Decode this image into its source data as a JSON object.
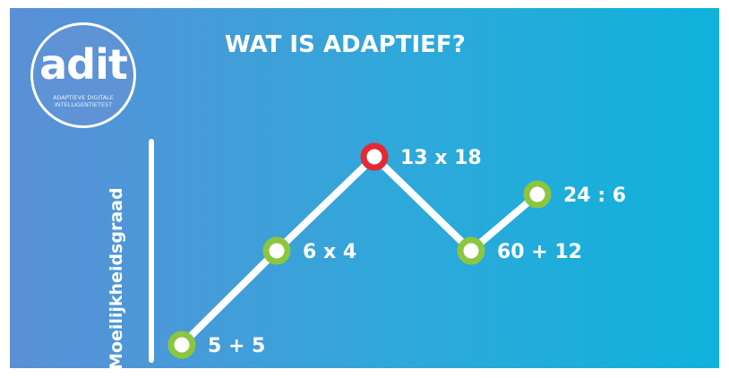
{
  "logo": {
    "word": "adit",
    "line1": "ADAPTIEVE DIGITALE",
    "line2": "INTELLIGENTIETEST"
  },
  "title": "WAT IS ADAPTIEF?",
  "y_axis_label": "Moeilijkheidsgraad",
  "colors": {
    "correct": "#8cc63f",
    "incorrect": "#e12a36",
    "line": "#ffffff"
  },
  "nodes": [
    {
      "label": "5 + 5",
      "level": 1,
      "status": "correct"
    },
    {
      "label": "6 x 4",
      "level": 2,
      "status": "correct"
    },
    {
      "label": "13 x 18",
      "level": 3,
      "status": "incorrect"
    },
    {
      "label": "60 + 12",
      "level": 2,
      "status": "correct"
    },
    {
      "label": "24 : 6",
      "level": 2.6,
      "status": "correct"
    }
  ]
}
